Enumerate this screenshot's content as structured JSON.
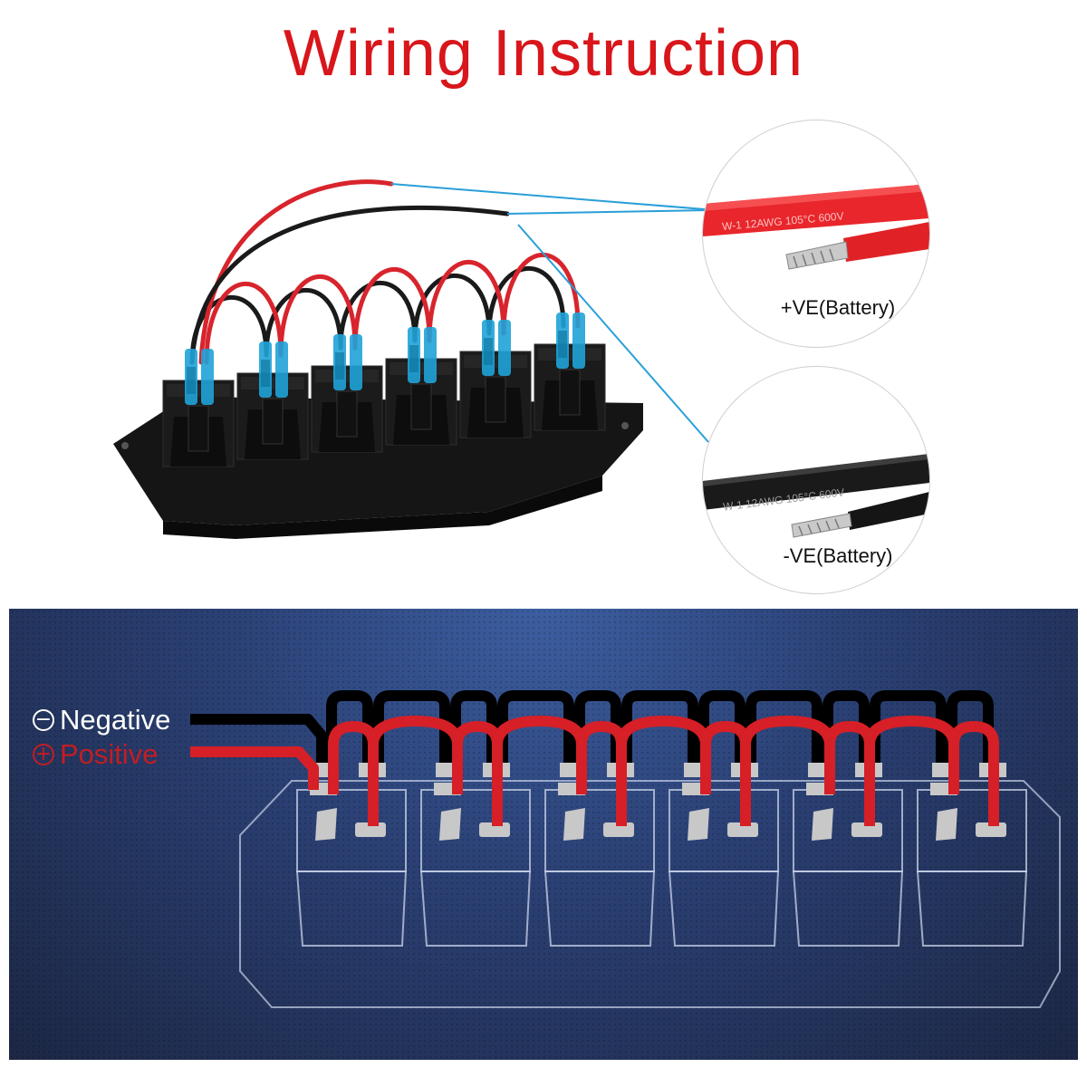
{
  "title": "Wiring Instruction",
  "callouts": {
    "positive": {
      "label": "+VE(Battery)",
      "wire_print": "W-1  12AWG  105°C  600V",
      "wire_color": "#e8262b"
    },
    "negative": {
      "label": "-VE(Battery)",
      "wire_print": "W-1  12AWG  105°C  600V",
      "wire_color": "#1a1a1a"
    }
  },
  "legend": {
    "negative": {
      "symbol": "⊖",
      "text": "Negative",
      "color": "#ffffff"
    },
    "positive": {
      "symbol": "⊕",
      "text": "Positive",
      "color": "#c21d24"
    }
  },
  "switch_count": 6,
  "colors": {
    "title": "#d8161b",
    "panel_bg": "#2a3f72",
    "terminal_blue": "#1fa3d8",
    "callout_line": "#2a9fd8"
  }
}
